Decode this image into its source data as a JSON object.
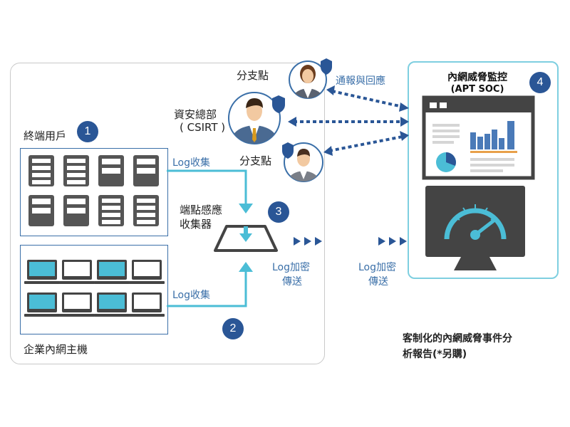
{
  "enterprise": {
    "endpoint_users_label": "終端用戶",
    "hosts_label": "企業內網主機"
  },
  "badges": {
    "one": "1",
    "two": "2",
    "three": "3",
    "four": "4"
  },
  "flows": {
    "log_collect_top": "Log收集",
    "log_collect_bottom": "Log收集",
    "log_encrypt_left": "Log加密",
    "transmit_left": "傳送",
    "log_encrypt_right": "Log加密",
    "transmit_right": "傳送",
    "report_response": "通報與回應"
  },
  "collector": {
    "line1": "端點感應",
    "line2": "收集器"
  },
  "people": {
    "branch_top": "分支點",
    "hq_line1": "資安總部",
    "hq_line2": "( CSIRT )",
    "branch_bottom": "分支點"
  },
  "soc": {
    "title": "內網威脅監控",
    "subtitle": "(APT SOC)"
  },
  "report": {
    "line1": "客制化的內網威脅事件分",
    "line2": "析報告(*另購)"
  },
  "colors": {
    "navy": "#2a5696",
    "teal": "#4bbdd6",
    "frame_blue": "#3a6fa8",
    "dark_gray": "#444444"
  }
}
